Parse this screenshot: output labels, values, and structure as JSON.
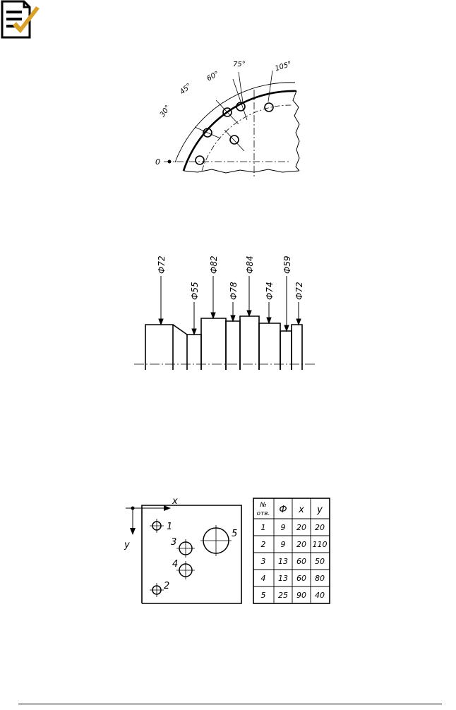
{
  "colors": {
    "accent": "#d9a12a",
    "ink": "#000000"
  },
  "icon": {
    "name": "document-check-icon"
  },
  "figure_angular": {
    "origin_label": "0",
    "angles": [
      "30°",
      "45°",
      "60°",
      "75°",
      "105°"
    ]
  },
  "figure_shaft": {
    "diameters": [
      "Ф72",
      "Ф55",
      "Ф82",
      "Ф78",
      "Ф84",
      "Ф74",
      "Ф59",
      "Ф72"
    ]
  },
  "figure_plate": {
    "axis_x": "x",
    "axis_y": "y",
    "hole_labels": [
      "1",
      "2",
      "3",
      "4",
      "5"
    ],
    "table": {
      "headers": [
        "№ отв.",
        "Ф",
        "x",
        "y"
      ],
      "header_no_line1": "№",
      "header_no_line2": "отв.",
      "rows": [
        [
          "1",
          "9",
          "20",
          "20"
        ],
        [
          "2",
          "9",
          "20",
          "110"
        ],
        [
          "3",
          "13",
          "60",
          "50"
        ],
        [
          "4",
          "13",
          "60",
          "80"
        ],
        [
          "5",
          "25",
          "90",
          "40"
        ]
      ]
    }
  }
}
